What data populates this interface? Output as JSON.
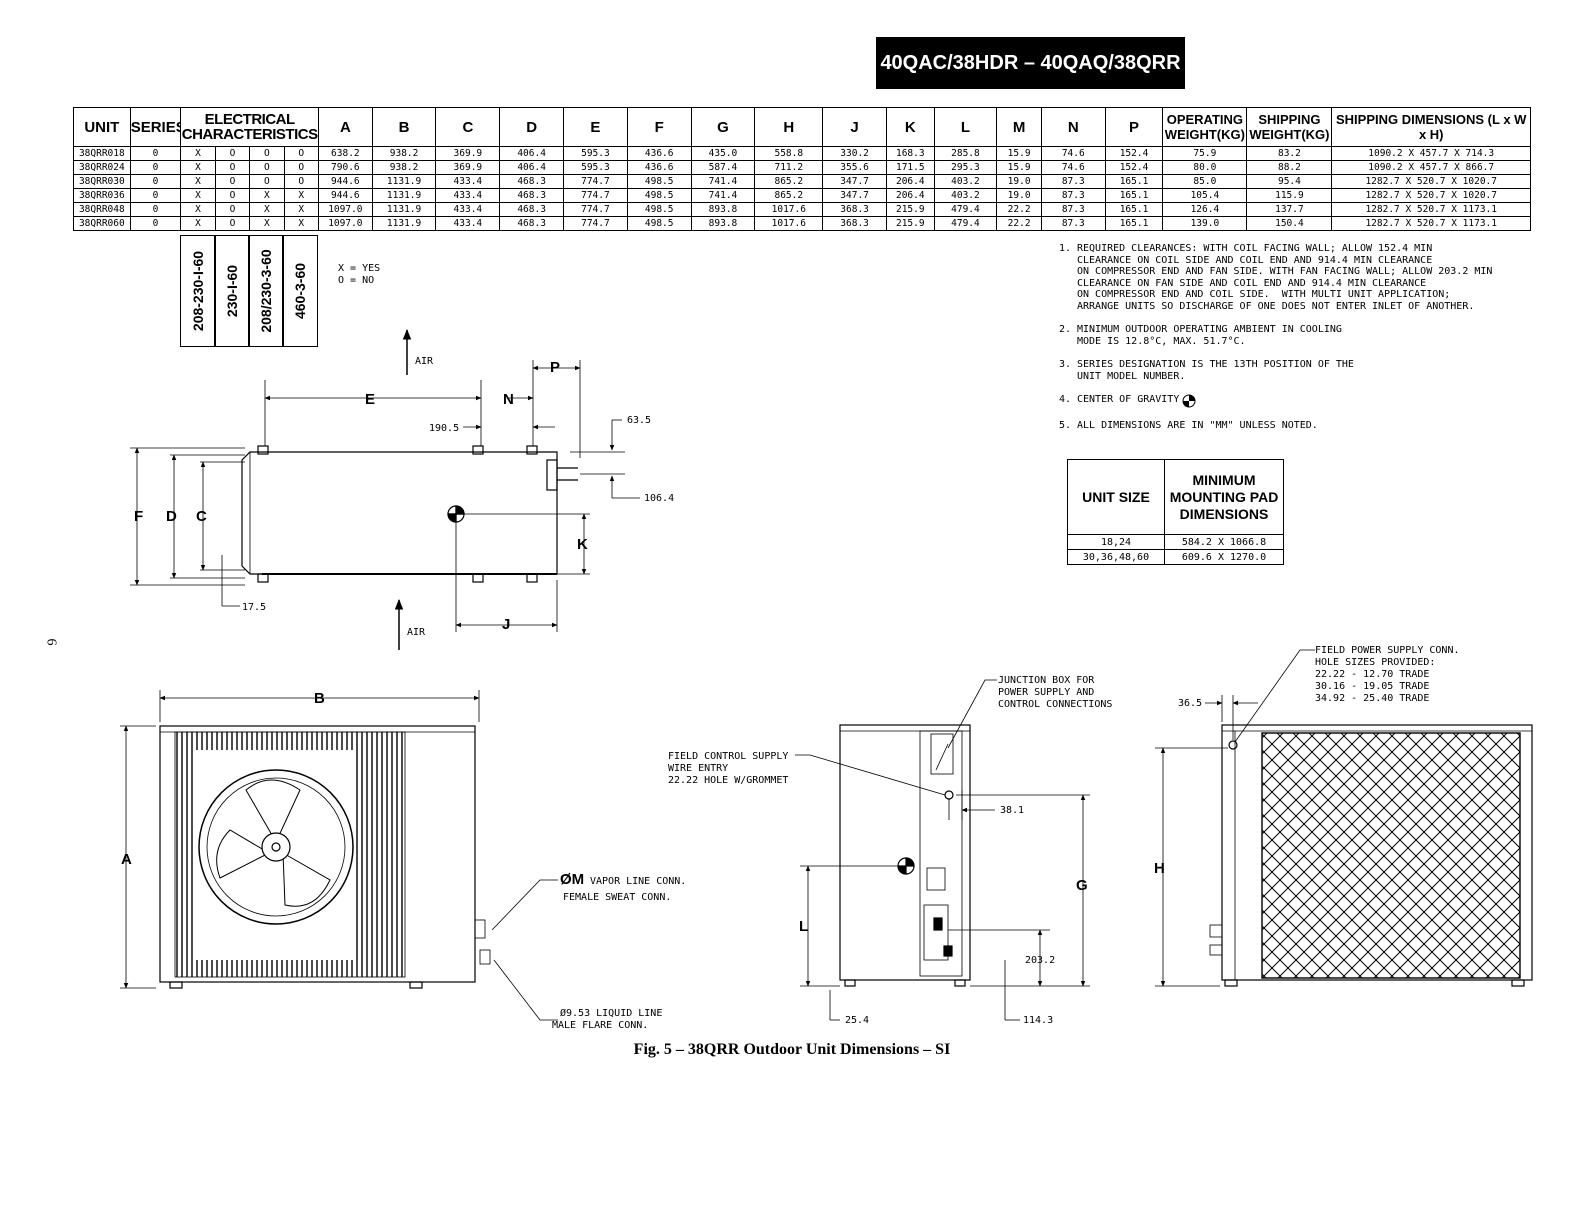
{
  "header": {
    "title": "40QAC/38HDR – 40QAQ/38QRR"
  },
  "spec_table": {
    "headers": [
      "UNIT",
      "SERIES",
      "ELECTRICAL CHARACTERISTICS",
      "A",
      "B",
      "C",
      "D",
      "E",
      "F",
      "G",
      "H",
      "J",
      "K",
      "L",
      "M",
      "N",
      "P",
      "OPERATING WEIGHT(KG)",
      "SHIPPING WEIGHT(KG)",
      "SHIPPING DIMENSIONS (L x W x H)"
    ],
    "rows": [
      [
        "38QRR018",
        "0",
        "X",
        "O",
        "O",
        "O",
        "638.2",
        "938.2",
        "369.9",
        "406.4",
        "595.3",
        "436.6",
        "435.0",
        "558.8",
        "330.2",
        "168.3",
        "285.8",
        "15.9",
        "74.6",
        "152.4",
        "75.9",
        "83.2",
        "1090.2 X 457.7 X 714.3"
      ],
      [
        "38QRR024",
        "0",
        "X",
        "O",
        "O",
        "O",
        "790.6",
        "938.2",
        "369.9",
        "406.4",
        "595.3",
        "436.6",
        "587.4",
        "711.2",
        "355.6",
        "171.5",
        "295.3",
        "15.9",
        "74.6",
        "152.4",
        "80.0",
        "88.2",
        "1090.2 X 457.7 X 866.7"
      ],
      [
        "38QRR030",
        "0",
        "X",
        "O",
        "O",
        "O",
        "944.6",
        "1131.9",
        "433.4",
        "468.3",
        "774.7",
        "498.5",
        "741.4",
        "865.2",
        "347.7",
        "206.4",
        "403.2",
        "19.0",
        "87.3",
        "165.1",
        "85.0",
        "95.4",
        "1282.7 X 520.7 X 1020.7"
      ],
      [
        "38QRR036",
        "0",
        "X",
        "O",
        "X",
        "X",
        "944.6",
        "1131.9",
        "433.4",
        "468.3",
        "774.7",
        "498.5",
        "741.4",
        "865.2",
        "347.7",
        "206.4",
        "403.2",
        "19.0",
        "87.3",
        "165.1",
        "105.4",
        "115.9",
        "1282.7 X 520.7 X 1020.7"
      ],
      [
        "38QRR048",
        "0",
        "X",
        "O",
        "X",
        "X",
        "1097.0",
        "1131.9",
        "433.4",
        "468.3",
        "774.7",
        "498.5",
        "893.8",
        "1017.6",
        "368.3",
        "215.9",
        "479.4",
        "22.2",
        "87.3",
        "165.1",
        "126.4",
        "137.7",
        "1282.7 X 520.7 X 1173.1"
      ],
      [
        "38QRR060",
        "0",
        "X",
        "O",
        "X",
        "X",
        "1097.0",
        "1131.9",
        "433.4",
        "468.3",
        "774.7",
        "498.5",
        "893.8",
        "1017.6",
        "368.3",
        "215.9",
        "479.4",
        "22.2",
        "87.3",
        "165.1",
        "139.0",
        "150.4",
        "1282.7 X 520.7 X 1173.1"
      ]
    ]
  },
  "electrical_labels": [
    "208-230-I-60",
    "230-I-60",
    "208/230-3-60",
    "460-3-60"
  ],
  "legend": {
    "yes": "X = YES",
    "no": "O = NO"
  },
  "notes": [
    {
      "num": "1.",
      "text": "REQUIRED CLEARANCES: WITH COIL FACING WALL; ALLOW 152.4 MIN\nCLEARANCE ON COIL SIDE AND COIL END AND 914.4 MIN CLEARANCE\nON COMPRESSOR END AND FAN SIDE. WITH FAN FACING WALL; ALLOW 203.2 MIN\nCLEARANCE ON FAN SIDE AND COIL END AND 914.4 MIN CLEARANCE\nON COMPRESSOR END AND COIL SIDE.  WITH MULTI UNIT APPLICATION;\nARRANGE UNITS SO DISCHARGE OF ONE DOES NOT ENTER INLET OF ANOTHER."
    },
    {
      "num": "2.",
      "text": "MINIMUM OUTDOOR OPERATING AMBIENT IN COOLING\nMODE IS 12.8°C, MAX. 51.7°C."
    },
    {
      "num": "3.",
      "text": "SERIES DESIGNATION IS THE 13TH POSITION OF THE\nUNIT MODEL NUMBER."
    },
    {
      "num": "4.",
      "text": "CENTER OF GRAVITY"
    },
    {
      "num": "5.",
      "text": "ALL DIMENSIONS ARE IN \"MM\" UNLESS NOTED."
    }
  ],
  "pad_table": {
    "headers": [
      "UNIT SIZE",
      "MINIMUM MOUNTING PAD DIMENSIONS"
    ],
    "rows": [
      [
        "18,24",
        "584.2 X 1066.8"
      ],
      [
        "30,36,48,60",
        "609.6 X 1270.0"
      ]
    ]
  },
  "drawing": {
    "top_view": {
      "labels": [
        "E",
        "N",
        "P",
        "F",
        "D",
        "C",
        "K",
        "J"
      ],
      "values": [
        "190.5",
        "63.5",
        "106.4",
        "17.5"
      ],
      "air": "AIR"
    },
    "front_view": {
      "labels": [
        "B",
        "A"
      ],
      "vapor_label": "M",
      "vapor_text": [
        "VAPOR LINE CONN.",
        "FEMALE SWEAT CONN."
      ],
      "liquid_text": [
        "Ø9.53 LIQUID LINE",
        "MALE FLARE CONN."
      ]
    },
    "side_view": {
      "junction_text": [
        "JUNCTION BOX FOR",
        "POWER SUPPLY AND",
        "CONTROL CONNECTIONS"
      ],
      "field_control_text": [
        "FIELD CONTROL SUPPLY",
        "WIRE ENTRY",
        "22.22 HOLE W/GROMMET"
      ],
      "labels": [
        "G",
        "L"
      ],
      "values": [
        "38.1",
        "203.2",
        "25.4",
        "114.3"
      ]
    },
    "coil_view": {
      "field_power_text": [
        "FIELD POWER SUPPLY CONN.",
        "HOLE SIZES PROVIDED:",
        "22.22 - 12.70 TRADE",
        "30.16 - 19.05 TRADE",
        "34.92 - 25.40 TRADE"
      ],
      "labels": [
        "H"
      ],
      "values": [
        "36.5"
      ]
    }
  },
  "caption": "Fig. 5 – 38QRR Outdoor Unit Dimensions – SI",
  "page_number": "6"
}
